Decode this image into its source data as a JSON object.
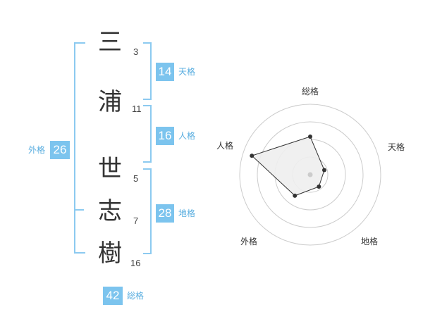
{
  "characters": [
    {
      "char": "三",
      "strokes": "3"
    },
    {
      "char": "浦",
      "strokes": "11"
    },
    {
      "char": "世",
      "strokes": "5"
    },
    {
      "char": "志",
      "strokes": "7"
    },
    {
      "char": "樹",
      "strokes": "16"
    }
  ],
  "scores": {
    "tenkaku": {
      "value": "14",
      "label": "天格"
    },
    "jinkaku": {
      "value": "16",
      "label": "人格"
    },
    "chikaku": {
      "value": "28",
      "label": "地格"
    },
    "gaikaku": {
      "value": "26",
      "label": "外格"
    },
    "soukaku": {
      "value": "42",
      "label": "総格"
    }
  },
  "chart_data": {
    "type": "radar",
    "axes": [
      "総格",
      "天格",
      "地格",
      "外格",
      "人格"
    ],
    "values": [
      0.54,
      0.21,
      0.21,
      0.37,
      0.87
    ],
    "rings": 4,
    "colors": {
      "fill": "#eeeeee",
      "line": "#333333",
      "ring": "#cccccc",
      "center": "#cccccc"
    }
  }
}
